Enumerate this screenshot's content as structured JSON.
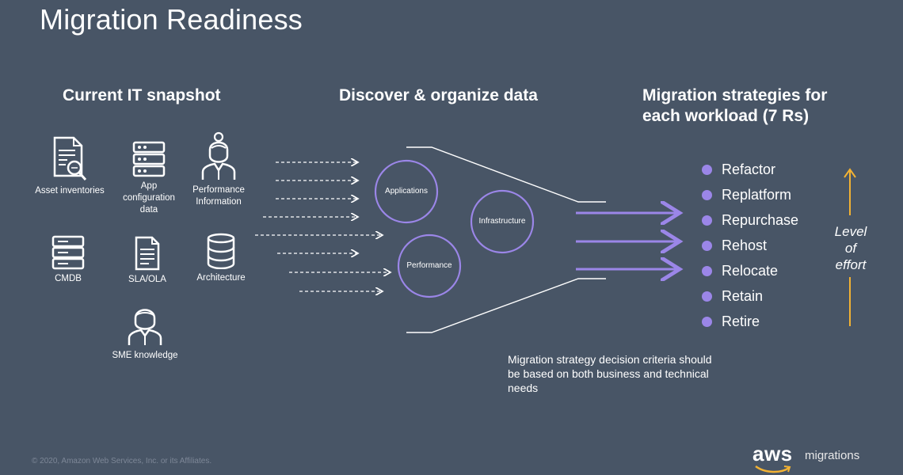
{
  "title": "Migration Readiness",
  "sections": {
    "current": "Current IT snapshot",
    "discover": "Discover & organize data",
    "strategies_line1": "Migration strategies for",
    "strategies_line2": "each workload (7 Rs)"
  },
  "sources": {
    "asset_inventories": "Asset inventories",
    "app_config_1": "App",
    "app_config_2": "configuration",
    "app_config_3": "data",
    "performance_info_1": "Performance",
    "performance_info_2": "Information",
    "cmdb": "CMDB",
    "sla_ola": "SLA/OLA",
    "architecture": "Architecture",
    "sme_knowledge": "SME knowledge"
  },
  "circles": {
    "applications": "Applications",
    "infrastructure": "Infrastructure",
    "performance": "Performance"
  },
  "strategies": [
    "Refactor",
    "Replatform",
    "Repurchase",
    "Rehost",
    "Relocate",
    "Retain",
    "Retire"
  ],
  "effort": {
    "line1": "Level",
    "line2": "of",
    "line3": "effort"
  },
  "note": "Migration strategy decision criteria should be based on both business and technical needs",
  "copyright": "© 2020, Amazon Web Services, Inc. or its Affiliates.",
  "logo": {
    "brand": "aws",
    "product": "migrations"
  },
  "colors": {
    "background": "#485566",
    "accent": "#9b86e8",
    "effort_arrow": "#f2b233",
    "line": "#ffffff"
  },
  "icons": [
    "document-search-icon",
    "server-rack-icon",
    "person-female-icon",
    "server-stack-icon",
    "document-icon",
    "database-icon",
    "person-male-icon"
  ]
}
